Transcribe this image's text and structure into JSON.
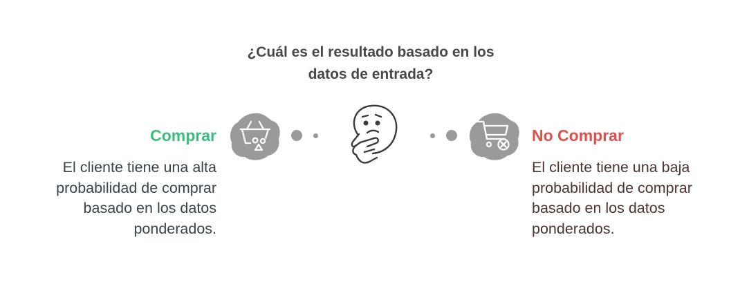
{
  "question": {
    "line1": "¿Cuál es el resultado basado en los",
    "line2": "datos de entrada?"
  },
  "left_option": {
    "title": "Comprar",
    "desc_lines": [
      "El cliente tiene una alta",
      "probabilidad de comprar",
      "basado en los datos",
      "ponderados."
    ],
    "color": "#3dbd7d",
    "icon": "shopping-basket-icon"
  },
  "right_option": {
    "title": "No Comprar",
    "desc_lines": [
      "El cliente tiene una baja",
      "probabilidad de comprar",
      "basado en los datos",
      "ponderados."
    ],
    "color": "#e0504b",
    "icon": "cart-cancel-icon"
  },
  "center_icon": "thinking-face-icon",
  "colors": {
    "question_text": "#484848",
    "icon_blob": "#9a9a9a",
    "connector_dots": "#9a9a9a"
  }
}
